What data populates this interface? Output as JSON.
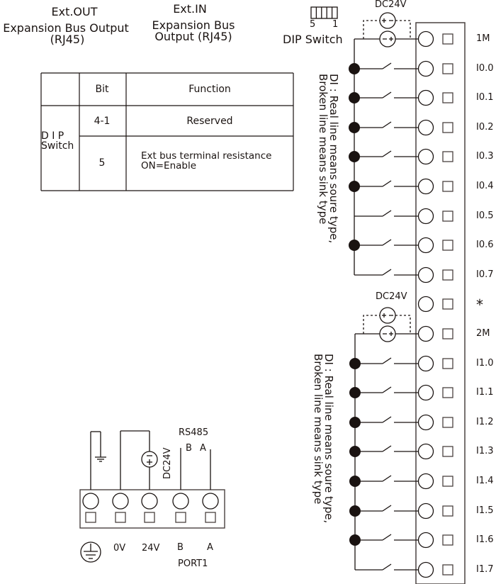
{
  "header": {
    "ext_out_title": "Ext.OUT",
    "ext_out_desc_line1": "Expansion Bus Output",
    "ext_out_desc_line2": "(RJ45)",
    "ext_in_title": "Ext.IN",
    "ext_in_desc_line1": "Expansion Bus",
    "ext_in_desc_line2": "Output (RJ45)"
  },
  "dip_switch": {
    "label": "DIP Switch",
    "bit_left": "5",
    "bit_right": "1",
    "positions": 5
  },
  "dip_table": {
    "row_header_line1": "D I P",
    "row_header_line2": "Switch",
    "columns": [
      "",
      "Bit",
      "Function"
    ],
    "rows": [
      {
        "bit": "4-1",
        "function_line1": "Reserved",
        "function_line2": ""
      },
      {
        "bit": "5",
        "function_line1": "Ext bus terminal resistance",
        "function_line2": "ON=Enable"
      }
    ]
  },
  "input_group_1": {
    "power_label": "DC24V",
    "note_line1": "DI : Real line means soure type,",
    "note_line2": "Broken line means sink type",
    "common_terminal": "1M",
    "terminals": [
      "I0.0",
      "I0.1",
      "I0.2",
      "I0.3",
      "I0.4",
      "I0.5",
      "I0.6",
      "I0.7"
    ],
    "junction_dots": [
      true,
      true,
      true,
      true,
      true,
      false,
      true,
      false
    ]
  },
  "spare_terminal": {
    "label": "*"
  },
  "input_group_2": {
    "power_label": "DC24V",
    "note_line1": "DI : Real line means soure type,",
    "note_line2": "Broken line means sink type",
    "common_terminal": "2M",
    "terminals": [
      "I1.0",
      "I1.1",
      "I1.2",
      "I1.3",
      "I1.4",
      "I1.5",
      "I1.6",
      "I1.7"
    ],
    "junction_dots": [
      true,
      true,
      true,
      true,
      true,
      true,
      true,
      false
    ]
  },
  "port1": {
    "title": "RS485",
    "power_label": "DC24V",
    "wire_b": "B",
    "wire_a": "A",
    "terminals": [
      "PE",
      "0V",
      "24V",
      "B",
      "A"
    ],
    "port_name": "PORT1"
  },
  "colors": {
    "ink": "#1a1311",
    "box": "#4a4240"
  }
}
